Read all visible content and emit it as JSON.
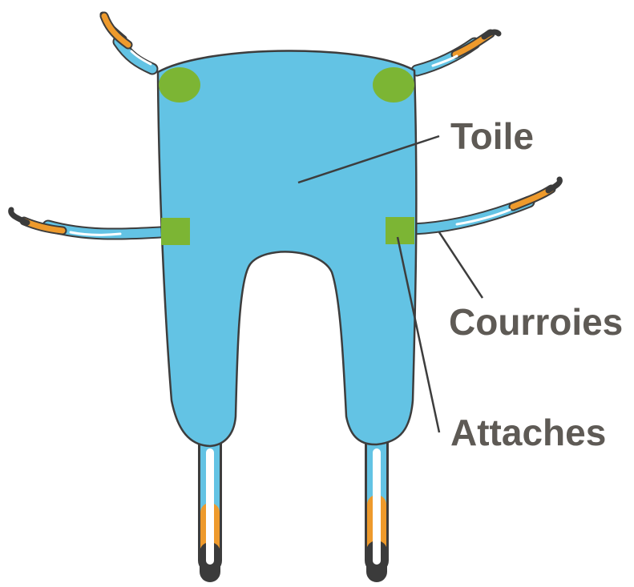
{
  "labels": {
    "canvas": "Toile",
    "straps": "Courroies",
    "attachments": "Attaches"
  },
  "colors": {
    "fabric": "#63c3e4",
    "attachment_green": "#7cb534",
    "strap_orange": "#ee9a2c",
    "strap_dark": "#3b3b3b",
    "outline": "#3d3d3d",
    "label_text": "#5e5a55"
  }
}
